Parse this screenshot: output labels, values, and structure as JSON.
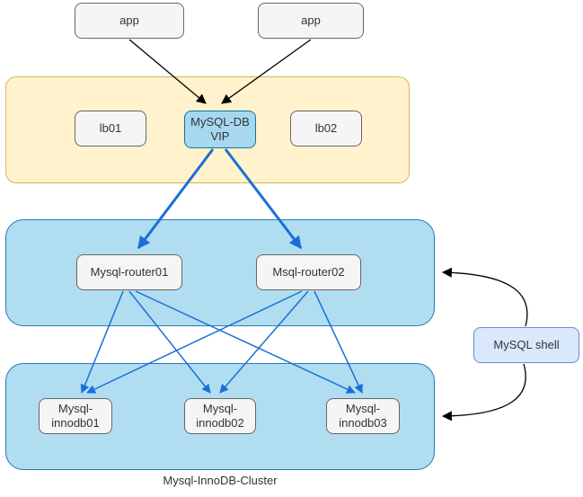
{
  "nodes": {
    "app1": {
      "label": "app"
    },
    "app2": {
      "label": "app"
    },
    "lb01": {
      "label": "lb01"
    },
    "vip": {
      "label": "MySQL-DB VIP"
    },
    "lb02": {
      "label": "lb02"
    },
    "router01": {
      "label": "Mysql-router01"
    },
    "router02": {
      "label": "Msql-router02"
    },
    "innodb01": {
      "label": "Mysql-innodb01"
    },
    "innodb02": {
      "label": "Mysql-innodb02"
    },
    "innodb03": {
      "label": "Mysql-innodb03"
    },
    "shell": {
      "label": "MySQL shell"
    }
  },
  "labels": {
    "cluster": "Mysql-InnoDB-Cluster"
  },
  "colors": {
    "lb_band_fill": "#FFF2CC",
    "lb_band_border": "#D6B656",
    "blue_band_fill": "#B1DDF0",
    "blue_band_border": "#1F7FBA",
    "node_fill": "#F5F5F5",
    "node_border": "#666666",
    "vip_fill": "#A6D8F0",
    "vip_border": "#10739E",
    "shell_fill": "#DAE8FC",
    "shell_border": "#6C8EBF",
    "edge_blue": "#1A6FD8",
    "edge_black": "#000000",
    "text": "#333333"
  }
}
